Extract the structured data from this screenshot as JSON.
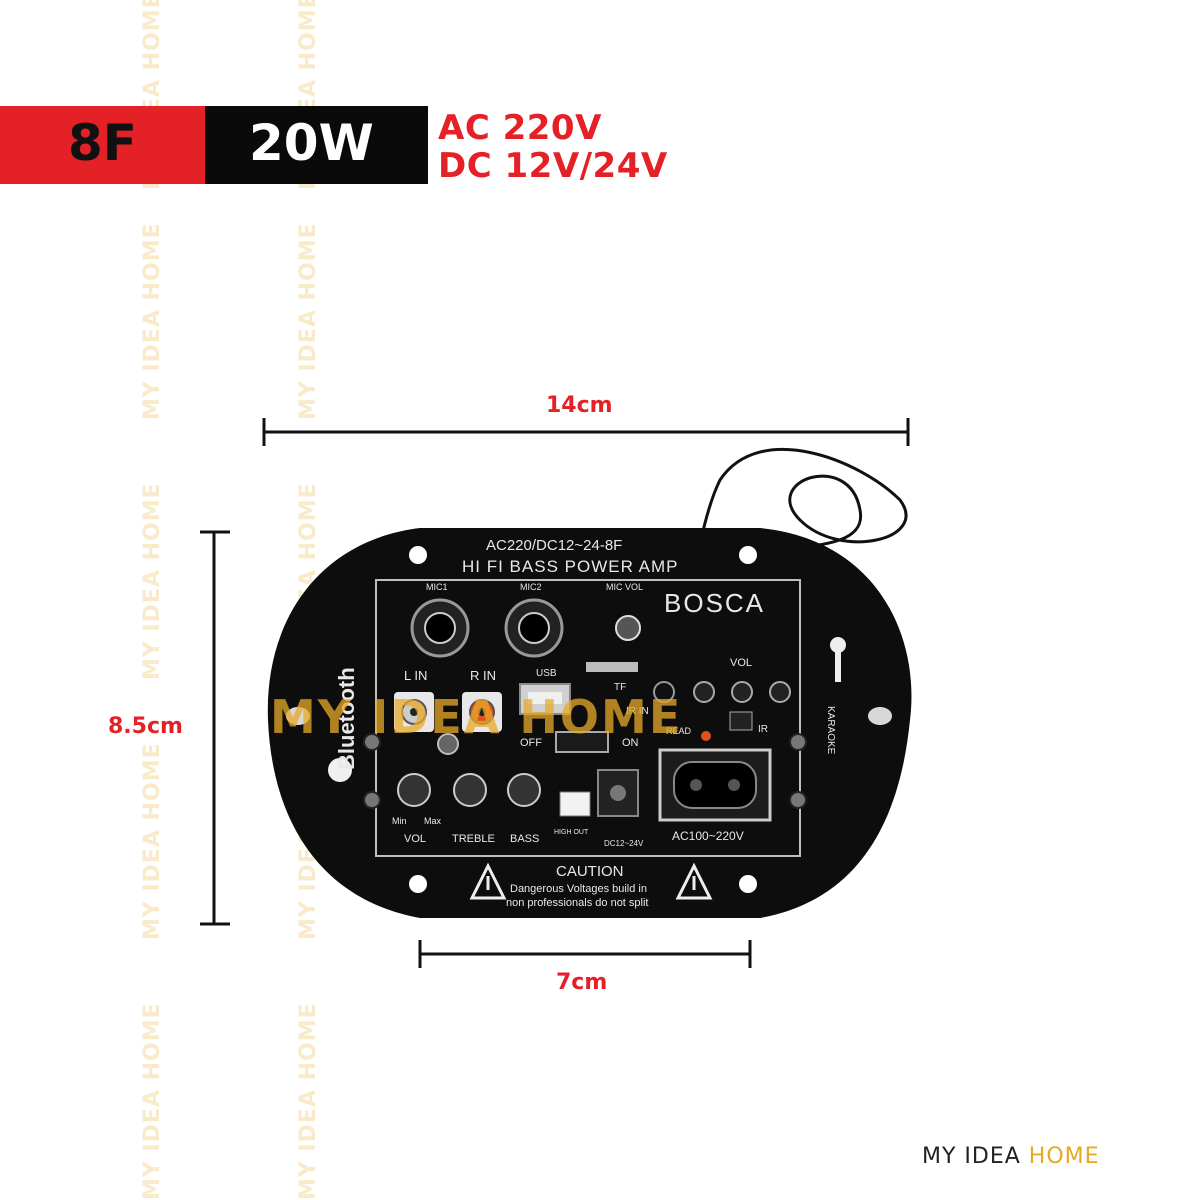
{
  "header": {
    "badge_left": "8F",
    "badge_right": "20W",
    "voltage_ac": "AC 220V",
    "voltage_dc": "DC 12V/24V"
  },
  "dimensions": {
    "width": "14cm",
    "height": "8.5cm",
    "inner_width": "7cm"
  },
  "board": {
    "model": "AC220/DC12~24-8F",
    "title": "HI FI BASS POWER AMP",
    "brand": "BOSCA",
    "bluetooth": "Bluetooth",
    "mic1": "MIC1",
    "mic2": "MIC2",
    "mic_vol": "MIC VOL",
    "lin": "L IN",
    "rin": "R IN",
    "usb": "USB",
    "tf": "TF",
    "ir_in": "IR IN",
    "off": "OFF",
    "on": "ON",
    "read": "READ",
    "ir": "IR",
    "vol_label": "VOL",
    "knob_vol": "VOL",
    "knob_treble": "TREBLE",
    "knob_bass": "BASS",
    "min": "Min",
    "max": "Max",
    "high_out": "HIGH OUT",
    "dc_in": "DC12~24V",
    "ac_in": "AC100~220V",
    "karaoke": "KARAOKE",
    "caution_title": "CAUTION",
    "caution_line1": "Dangerous Voltages build in",
    "caution_line2": "non professionals do not split"
  },
  "watermark": {
    "text": "MY IDEA HOME"
  },
  "footer": {
    "brand_part1": "MY IDEA ",
    "brand_part2": "HOME"
  },
  "colors": {
    "accent_red": "#e42127",
    "accent_gold": "#e8a820",
    "board": "#0d0d0d"
  }
}
